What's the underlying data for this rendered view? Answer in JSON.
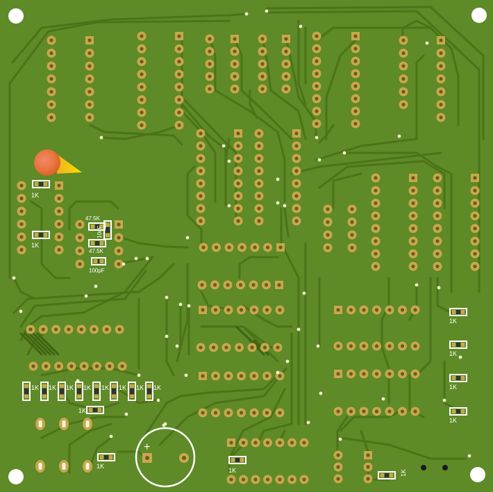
{
  "board": {
    "colors": {
      "substrate": "#5e8a27",
      "trace": "#4b7418",
      "trace_edge": "#3f6312",
      "pad": "#c8a84a",
      "pad_hole": "#6a5a2a",
      "silk": "#ffffff",
      "hole": "#ffffff"
    }
  },
  "labels": {
    "r_left_1": "1K",
    "r_left_2": "1K",
    "r_475_top": "47.5K",
    "r_475_bottom": "47.5K",
    "cap_10uf": "10uF",
    "cap_100pf": "100pF",
    "r_row_1": "1K",
    "r_row_2": "1K",
    "r_row_3": "1K",
    "r_row_4": "1K",
    "r_row_5": "1K",
    "r_row_6": "1K",
    "r_row_7": "1K",
    "r_row_8": "1K",
    "r_mid_left": "1K",
    "r_bottom_left": "1K",
    "r_bottom_center": "1K",
    "r_bottom_right": "1K",
    "r_right_1": "1K",
    "r_right_2": "1K",
    "r_right_3": "1K",
    "r_right_4": "1K",
    "polarity_plus": "+"
  }
}
